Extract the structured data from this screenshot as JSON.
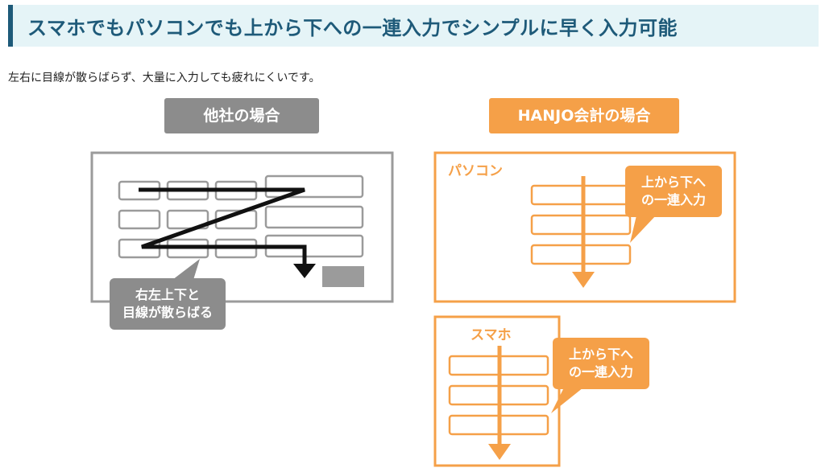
{
  "heading": {
    "text": "スマホでもパソコンでも上から下への一連入力でシンプルに早く入力可能"
  },
  "intro": {
    "text": "左右に目線が散らばらず、大量に入力しても疲れにくいです。"
  },
  "other": {
    "title": "他社の場合",
    "callout_line1": "右左上下と",
    "callout_line2": "目線が散らばる"
  },
  "hanjo": {
    "title": "HANJO会計の場合",
    "pc": {
      "label": "パソコン",
      "callout_line1": "上から下へ",
      "callout_line2": "の一連入力"
    },
    "phone": {
      "label": "スマホ",
      "callout_line1": "上から下へ",
      "callout_line2": "の一連入力"
    }
  },
  "colors": {
    "heading_text": "#1e5a79",
    "heading_bg": "#e5f4f7",
    "gray": "#8c8c8c",
    "orange": "#f5a048"
  }
}
